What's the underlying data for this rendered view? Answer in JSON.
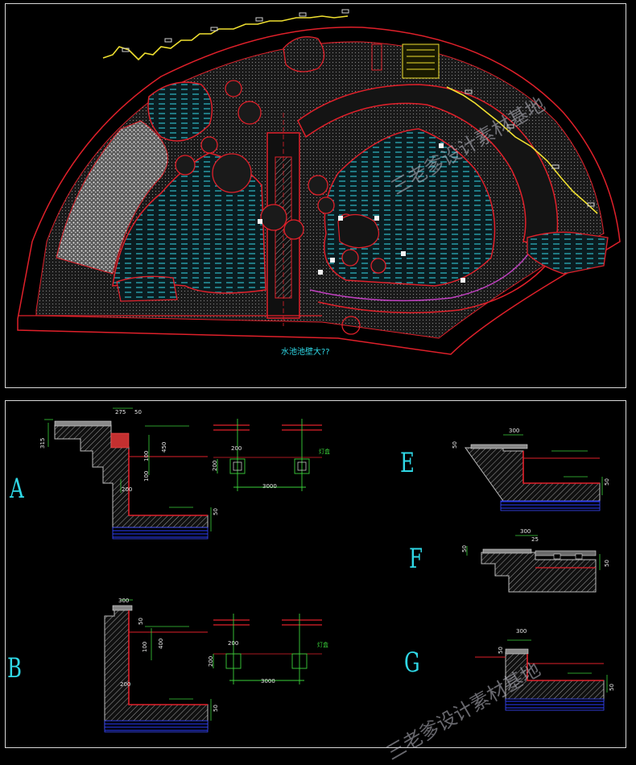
{
  "plan": {
    "caption": "水池池壁大??"
  },
  "sections": {
    "A": {
      "letter": "A",
      "dims": {
        "d275": "275",
        "d50": "50",
        "d315": "315",
        "d450": "450",
        "d100a": "100",
        "d100b": "100",
        "d200": "200",
        "d200b": "200",
        "d200c": "200",
        "d3000": "3000",
        "d50b": "50"
      },
      "note": "灯盒"
    },
    "B": {
      "letter": "B",
      "dims": {
        "d300": "300",
        "d50": "50",
        "d400": "400",
        "d100": "100",
        "d200": "200",
        "d200b": "200",
        "d200c": "200",
        "d3000": "3000",
        "d50b": "50"
      },
      "note": "灯盒"
    },
    "E": {
      "letter": "E",
      "dims": {
        "d300": "300",
        "d50": "50",
        "d50b": "50"
      }
    },
    "F": {
      "letter": "F",
      "dims": {
        "d300": "300",
        "d25": "25",
        "d50": "50",
        "d50b": "50"
      }
    },
    "G": {
      "letter": "G",
      "dims": {
        "d300": "300",
        "d50": "50",
        "d50b": "50"
      }
    }
  },
  "watermarks": {
    "top": "三老爹设计素材基地",
    "bottom": "三老爹设计素材基地"
  },
  "colors": {
    "linework": "#e0202a",
    "water": "#2fb8c8",
    "paving": "#7a7a7a",
    "accent": "#f0e030",
    "dimension": "#3ad13a",
    "label": "#2fd8e6"
  }
}
